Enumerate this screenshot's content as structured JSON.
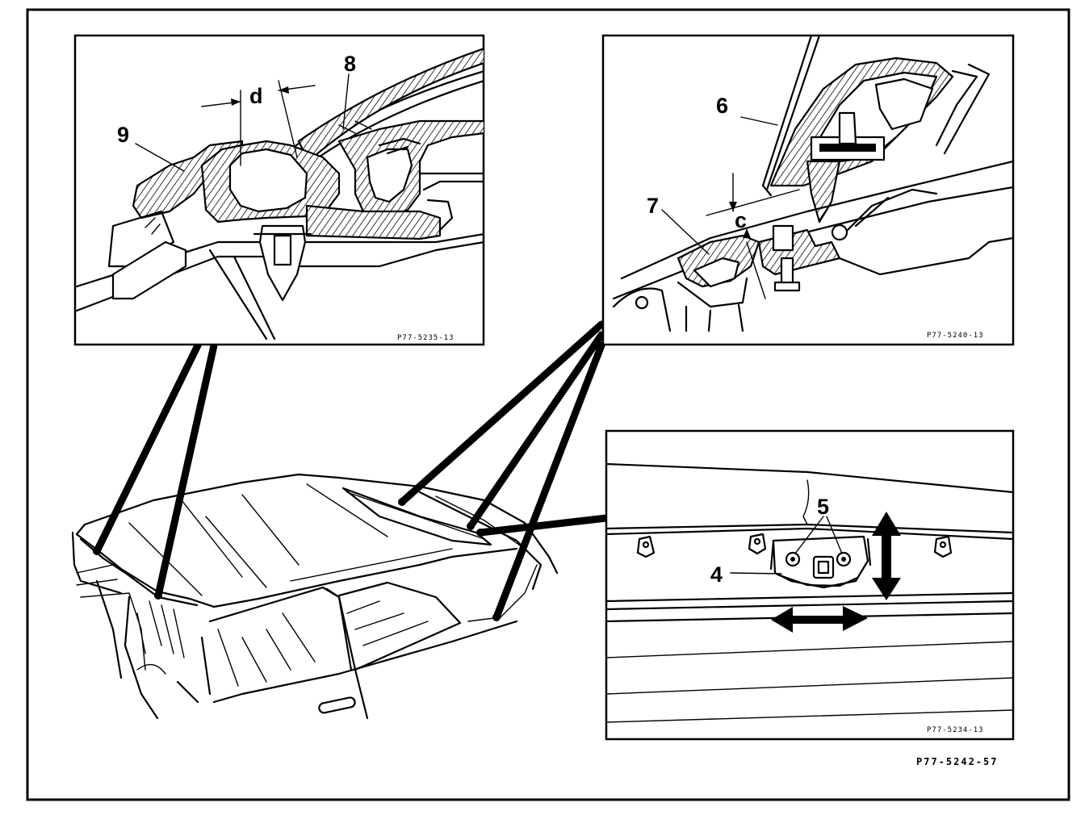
{
  "figure_id": "P77-5242-57",
  "insets": [
    {
      "name": "top-left",
      "code": "P77-5235-13",
      "callouts": [
        "9",
        "8",
        "d"
      ]
    },
    {
      "name": "top-right",
      "code": "P77-5240-13",
      "callouts": [
        "6",
        "7",
        "c"
      ]
    },
    {
      "name": "bottom-right",
      "code": "P77-5234-13",
      "callouts": [
        "5",
        "4"
      ]
    }
  ],
  "icons": [
    "double-arrow-vertical-icon",
    "double-arrow-horizontal-icon"
  ]
}
